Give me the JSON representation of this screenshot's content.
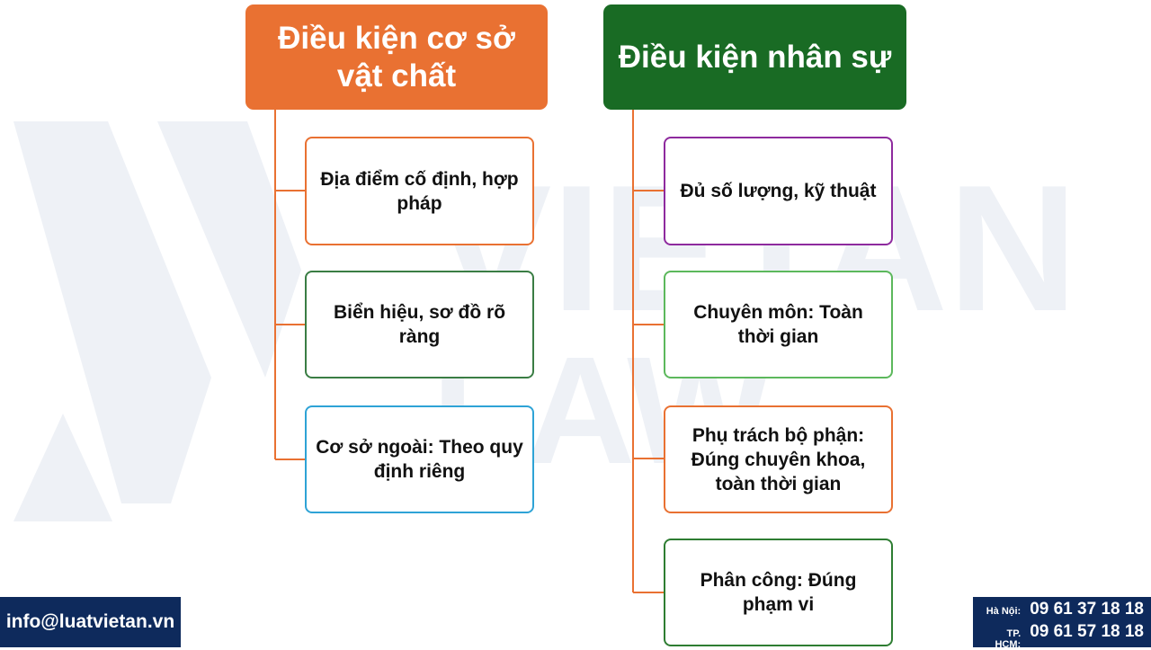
{
  "watermark": {
    "line1": "VIETAN",
    "line2": "LAW"
  },
  "left_column": {
    "header": "Điều kiện cơ sở vật chất",
    "items": [
      {
        "label": "Địa điểm cố định, hợp pháp",
        "border_color": "#e97132"
      },
      {
        "label": "Biển hiệu, sơ đồ rõ ràng",
        "border_color": "#3a7d44"
      },
      {
        "label": "Cơ sở ngoài: Theo quy định riêng",
        "border_color": "#2ea3d6"
      }
    ]
  },
  "right_column": {
    "header": "Điều kiện nhân sự",
    "items": [
      {
        "label": "Đủ số lượng, kỹ thuật",
        "border_color": "#8e2a9e"
      },
      {
        "label": "Chuyên môn: Toàn thời gian",
        "border_color": "#5cb85c"
      },
      {
        "label": "Phụ trách bộ phận: Đúng chuyên khoa, toàn thời gian",
        "border_color": "#e97132"
      },
      {
        "label": "Phân công: Đúng phạm vi",
        "border_color": "#2e7d32"
      }
    ]
  },
  "colors": {
    "left_header_bg": "#e97132",
    "right_header_bg": "#196b24",
    "connector": "#e97132",
    "footer_bg": "#0e2a5c"
  },
  "footer": {
    "email": "info@luatvietan.vn",
    "phones": [
      {
        "label": "Hà Nội:",
        "number": "09 61 37 18 18"
      },
      {
        "label": "TP. HCM:",
        "number": "09 61 57 18 18"
      }
    ]
  }
}
